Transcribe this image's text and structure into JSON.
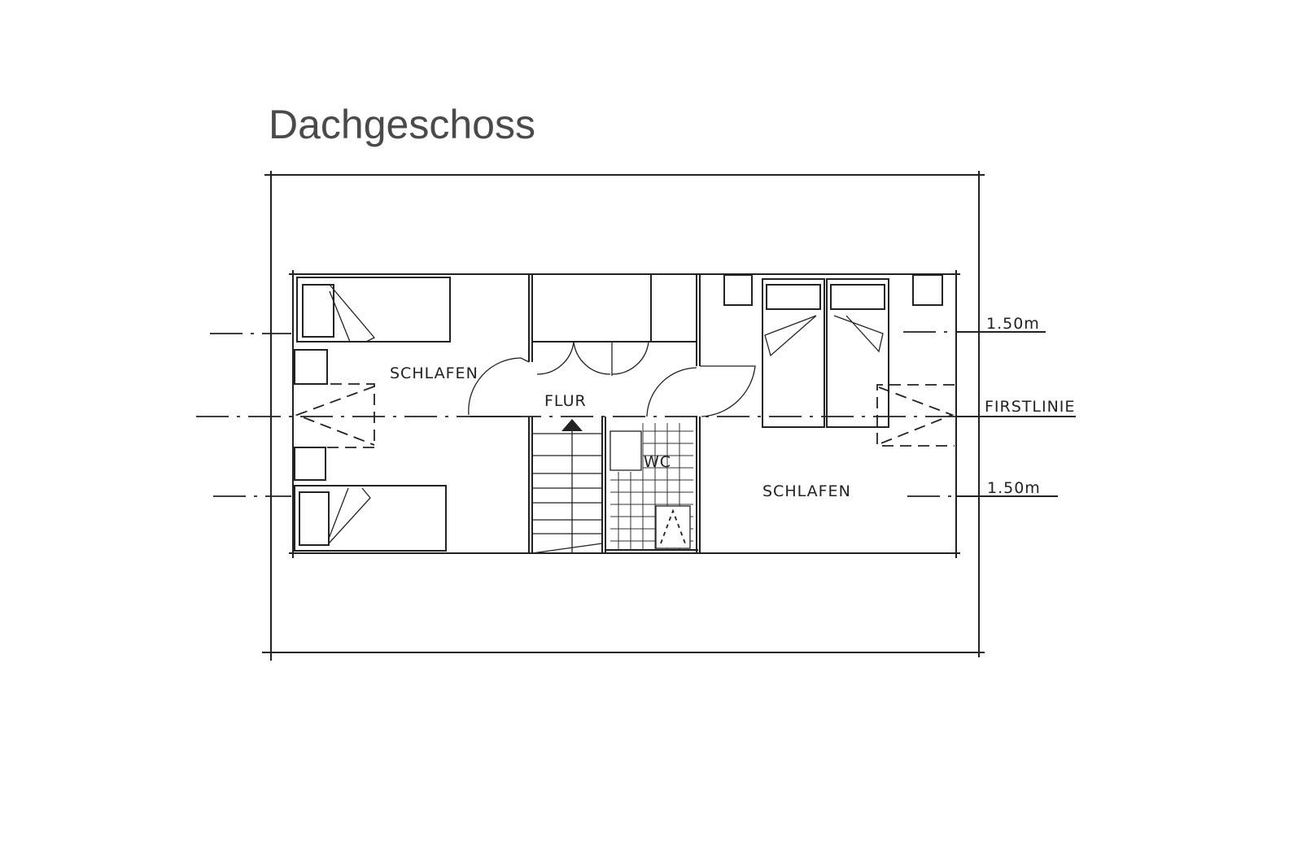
{
  "title": "Dachgeschoss",
  "rooms": {
    "left_bedroom": "SCHLAFEN",
    "hallway": "FLUR",
    "toilet": "WC",
    "right_bedroom": "SCHLAFEN"
  },
  "annotations": {
    "upper_height": "1.50m",
    "ridge_line": "FIRSTLINIE",
    "lower_height": "1.50m"
  }
}
